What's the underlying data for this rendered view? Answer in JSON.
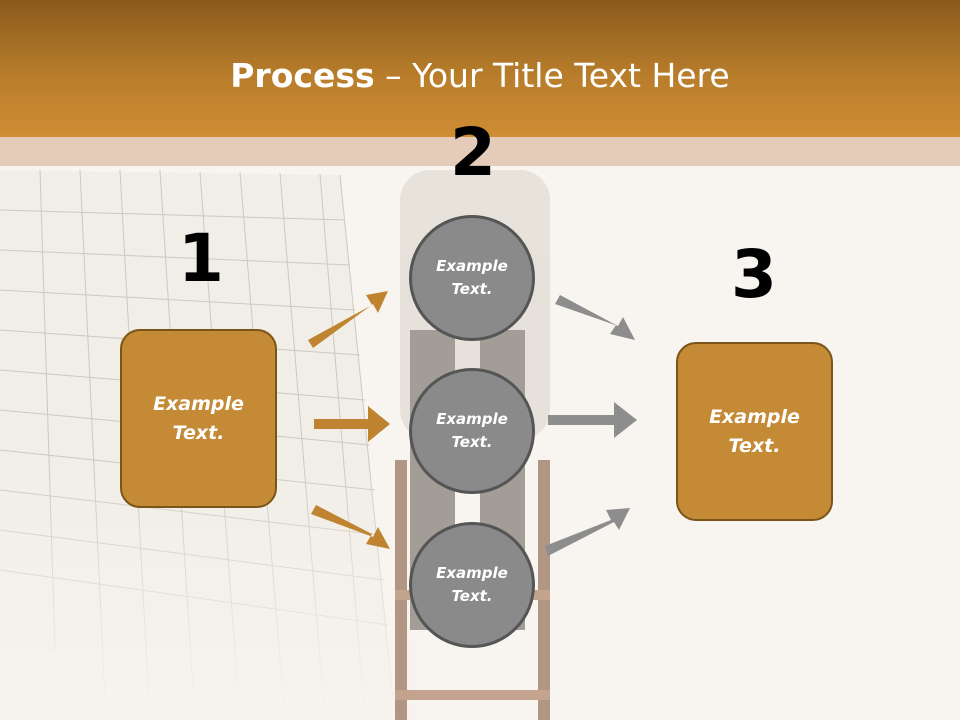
{
  "slide": {
    "title_bold": "Process",
    "title_rest": " – Your Title Text Here"
  },
  "steps": {
    "one": {
      "number": "1",
      "box_text_line1": "Example",
      "box_text_line2": "Text."
    },
    "two": {
      "number": "2",
      "circles": [
        {
          "line1": "Example",
          "line2": "Text."
        },
        {
          "line1": "Example",
          "line2": "Text."
        },
        {
          "line1": "Example",
          "line2": "Text."
        }
      ]
    },
    "three": {
      "number": "3",
      "box_text_line1": "Example",
      "box_text_line2": "Text."
    }
  },
  "colors": {
    "header": "#b87d2b",
    "box_fill": "#c48a35",
    "circle_fill": "#8a8a8a",
    "orange_arrow": "#c08330",
    "gray_arrow": "#8d8d8d"
  }
}
